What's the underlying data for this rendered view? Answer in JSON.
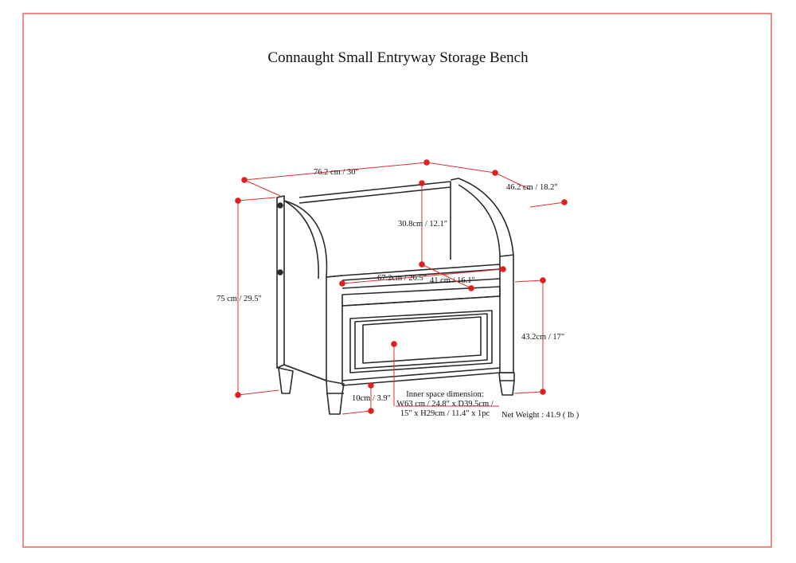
{
  "title": "Connaught Small Entryway Storage Bench",
  "colors": {
    "frame": "#f08a8a",
    "dimension_line": "#e03030",
    "dimension_dot": "#e02020",
    "drawing": "#2a2a2a"
  },
  "dimensions": {
    "width": "76.2 cm / 30\"",
    "depth": "46.2 cm / 18.2\"",
    "back_height": "30.8cm / 12.1\"",
    "total_height": "75 cm / 29.5\"",
    "seat_width": "67.2cm / 26.5\"",
    "seat_depth": "41 cm / 16.1\"",
    "seat_height": "43.2cm / 17\"",
    "leg_height": "10cm / 3.9\""
  },
  "inner_space": {
    "heading": "Inner space dimension:",
    "line1": "W63 cm / 24.8\" x D39.5cm /",
    "line2": "15\" x H29cm / 11.4\" x 1pc"
  },
  "net_weight": "Net Weight : 41.9 ( lb )"
}
